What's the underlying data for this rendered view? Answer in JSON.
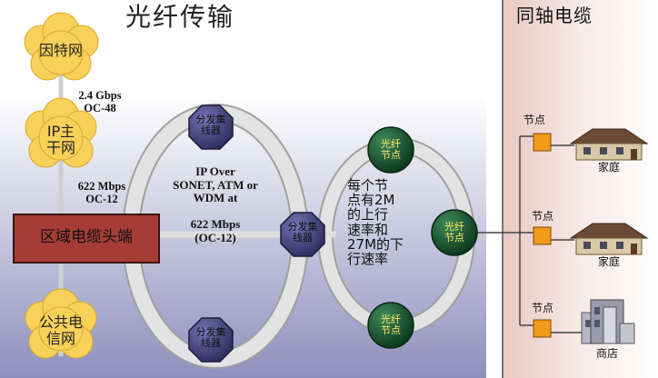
{
  "title_fiber": "光纤传输",
  "title_coax": "同轴电缆",
  "clouds": {
    "internet": "因特网",
    "ip_backbone": "IP主\n干网",
    "public_telecom": "公共电\n信网"
  },
  "link_speeds": {
    "internet_to_ip": "2.4 Gbps\nOC-48",
    "ip_to_headend": "622 Mbps\nOC-12"
  },
  "headend": "区域电缆头端",
  "ring_text": "IP Over\nSONET, ATM or\nWDM at\n\n622 Mbps\n(OC-12)",
  "hub_label": "分发集\n线器",
  "fiber_node_label": "光纤\n节点",
  "rate_text": "每个节\n点有2M\n的上行\n速率和\n27M的下\n行速率",
  "coax_endpoints": [
    {
      "node": "节点",
      "building": "家庭",
      "icon": "house-icon"
    },
    {
      "node": "节点",
      "building": "家庭",
      "icon": "house-icon"
    },
    {
      "node": "节点",
      "building": "商店",
      "icon": "store-icon"
    }
  ],
  "colors": {
    "headend": "#a53d36",
    "hub": "#4a4a86",
    "fiber_node": "#1a5c33",
    "node_box": "#f39a1a",
    "cloud": "#f7d15a",
    "coax_panel": "#f4e4e0"
  }
}
